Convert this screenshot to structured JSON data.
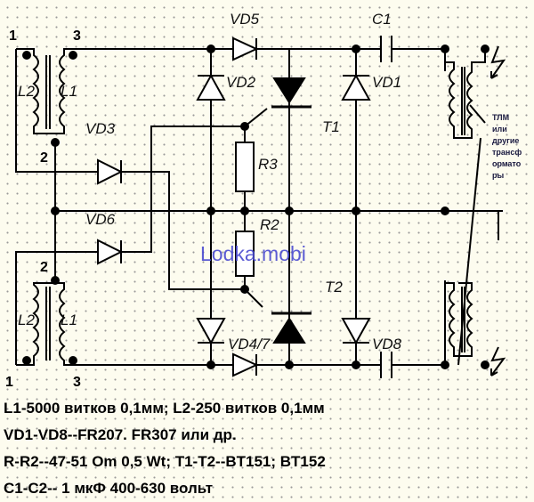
{
  "terminals": {
    "top_1": "1",
    "top_3": "3",
    "top_2": "2",
    "bot_2": "2",
    "bot_1": "1",
    "bot_3": "3"
  },
  "components": {
    "L2_top": "L2",
    "L1_top": "L1",
    "L2_bot": "L2",
    "L1_bot": "L1",
    "VD1": "VD1",
    "VD2": "VD2",
    "VD3": "VD3",
    "VD5": "VD5",
    "VD6": "VD6",
    "VD4_7": "VD4/7",
    "VD8": "VD8",
    "C1": "C1",
    "R3": "R3",
    "R2": "R2",
    "T1": "T1",
    "T2": "T2"
  },
  "transformer_label": [
    "ТЛМ",
    "или",
    "другие",
    "трансф",
    "ормато",
    "ры"
  ],
  "watermark": "Lodka.mobi",
  "notes": [
    "L1-5000 витков 0,1мм; L2-250 витков 0,1мм",
    "VD1-VD8--FR207. FR307 или др.",
    "R-R2--47-51 Om 0,5 Wt; T1-T2--BT151; BT152",
    "C1-C2-- 1 мкФ 400-630 вольт"
  ]
}
